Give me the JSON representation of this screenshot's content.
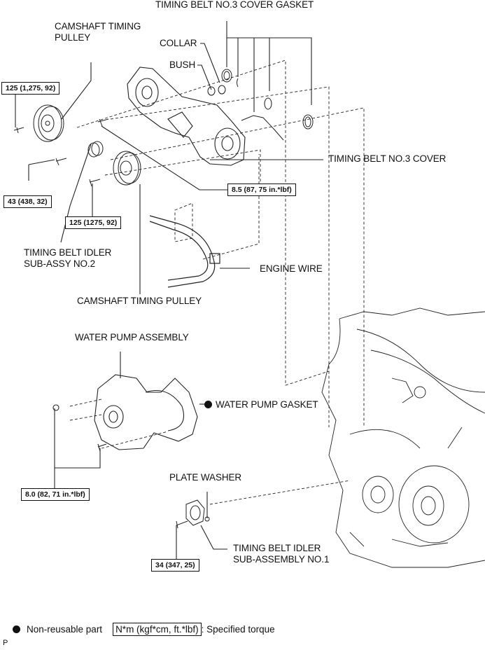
{
  "diagram": {
    "title_context": "Timing belt / water pump components (exploded view)",
    "labels": {
      "timing_belt_no3_cover_gasket": "TIMING BELT NO.3 COVER GASKET",
      "camshaft_timing_pulley_top_line1": "CAMSHAFT TIMING",
      "camshaft_timing_pulley_top_line2": "PULLEY",
      "collar": "COLLAR",
      "bush": "BUSH",
      "timing_belt_no3_cover": "TIMING BELT NO.3 COVER",
      "idler_no2_line1": "TIMING BELT IDLER",
      "idler_no2_line2": "SUB-ASSY NO.2",
      "engine_wire": "ENGINE WIRE",
      "camshaft_timing_pulley_bottom": "CAMSHAFT TIMING PULLEY",
      "water_pump_assembly": "WATER PUMP ASSEMBLY",
      "water_pump_gasket": "WATER PUMP GASKET",
      "plate_washer": "PLATE WASHER",
      "idler_no1_line1": "TIMING BELT IDLER",
      "idler_no1_line2": "SUB-ASSEMBLY NO.1"
    },
    "torques": {
      "cam_pulley_upper": "125 (1,275, 92)",
      "cover_bolt": "8.5 (87, 75 in.*lbf)",
      "idler_no2_bolt": "43 (438, 32)",
      "cam_pulley_lower": "125 (1275, 92)",
      "water_pump_bolts": "8.0 (82, 71 in.*lbf)",
      "idler_no1_bolt": "34 (347, 25)"
    },
    "water_pump_gasket_nonreusable": true
  },
  "legend": {
    "non_reusable_label": "Non-reusable part",
    "unit_box": "N*m (kgf*cm, ft.*lbf)",
    "unit_desc": ": Specified torque"
  },
  "corner_mark": "P"
}
